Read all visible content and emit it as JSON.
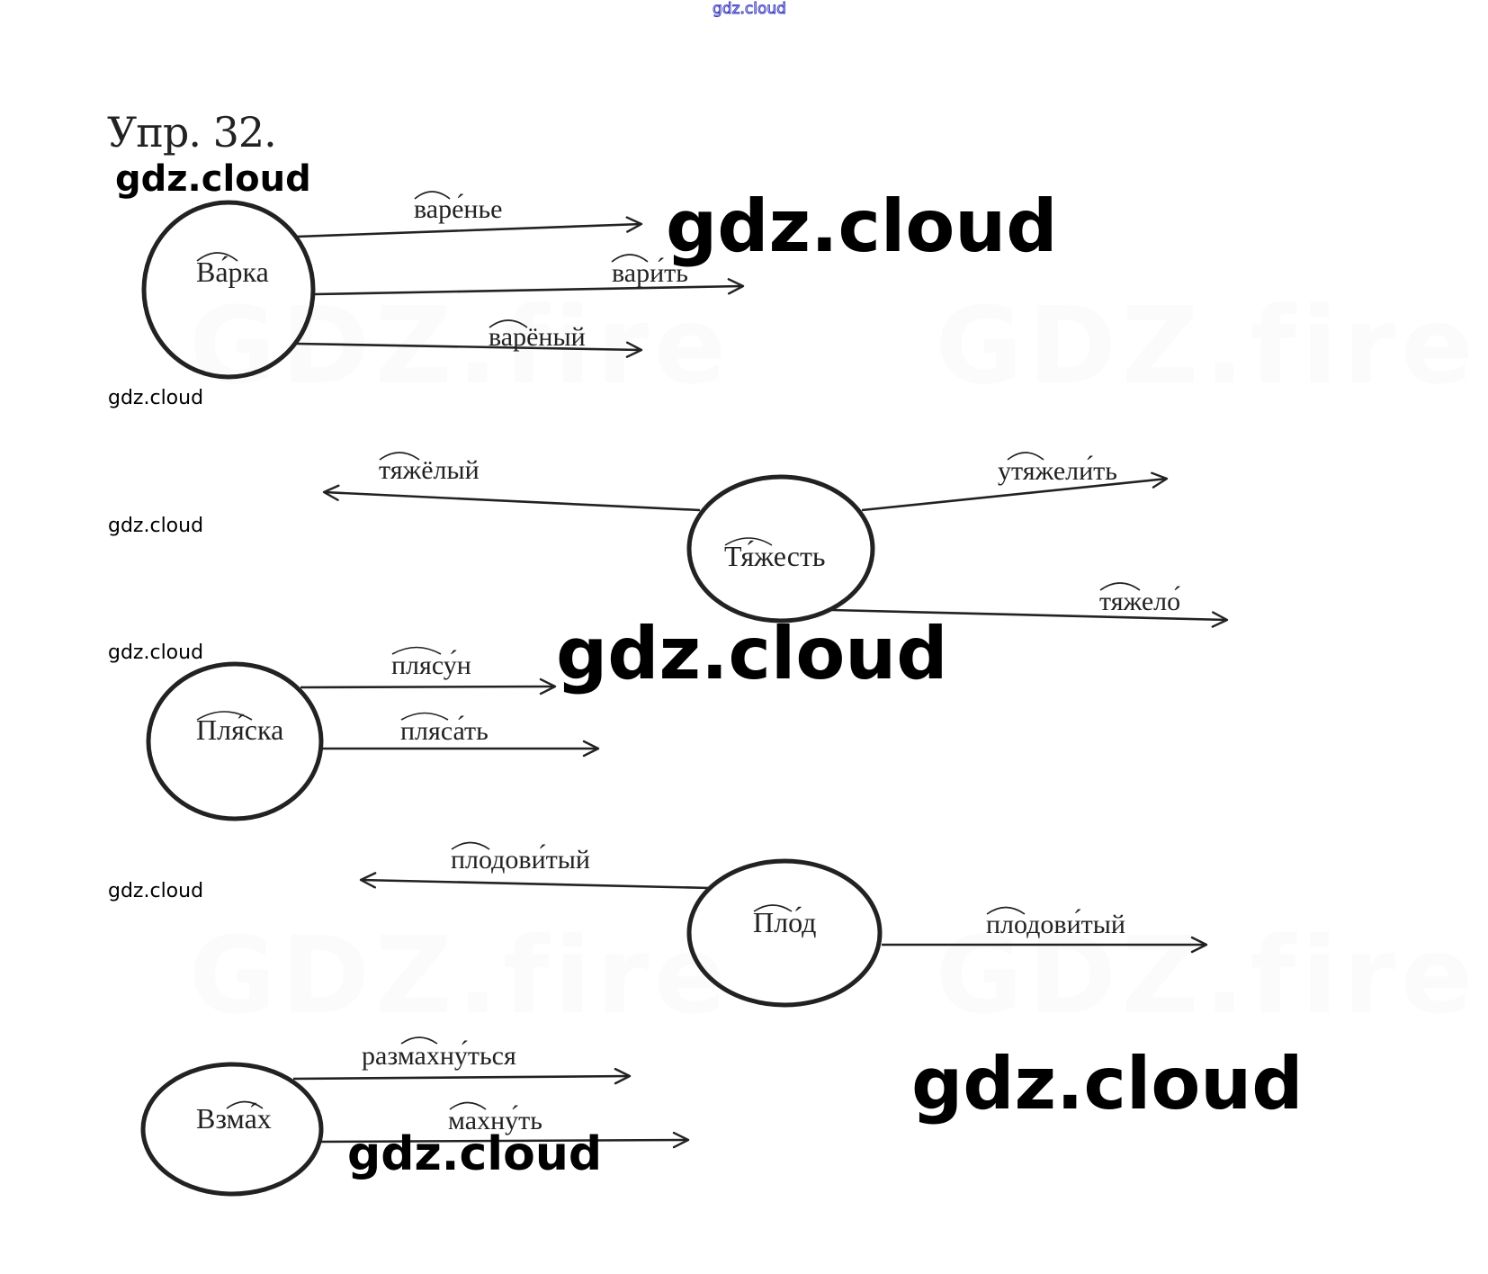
{
  "header": {
    "exercise_title": "Упр. 32.",
    "top_watermark": "gdz.cloud"
  },
  "watermarks": {
    "text": "gdz.cloud",
    "ghost_text": "GDZ.fire"
  },
  "colors": {
    "ink": "#222222",
    "watermark_outline": "#3b3bbf"
  },
  "groups": [
    {
      "root": "Ва́рка",
      "derivatives": [
        {
          "word": "варе́нье",
          "direction": "right"
        },
        {
          "word": "вари́ть",
          "direction": "right"
        },
        {
          "word": "варёный",
          "direction": "right"
        }
      ]
    },
    {
      "root": "Тя́жесть",
      "derivatives": [
        {
          "word": "тяжёлый",
          "direction": "left"
        },
        {
          "word": "утяжели́ть",
          "direction": "right"
        },
        {
          "word": "тяжело́",
          "direction": "right"
        }
      ]
    },
    {
      "root": "Пля́ска",
      "derivatives": [
        {
          "word": "плясу́н",
          "direction": "right"
        },
        {
          "word": "пляса́ть",
          "direction": "right"
        }
      ]
    },
    {
      "root": "Пло́д",
      "derivatives": [
        {
          "word": "плодови́тый",
          "direction": "left"
        },
        {
          "word": "плодови́тый",
          "direction": "right"
        }
      ]
    },
    {
      "root": "Взма́х",
      "derivatives": [
        {
          "word": "размахну́ться",
          "direction": "right"
        },
        {
          "word": "махну́ть",
          "direction": "right"
        }
      ]
    }
  ]
}
